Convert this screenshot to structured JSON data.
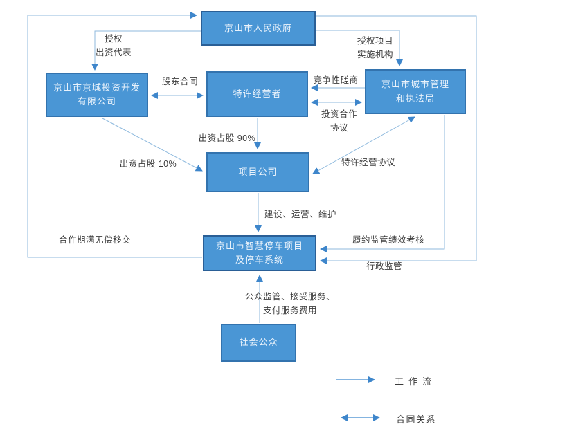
{
  "diagram_title": "PPP structure diagram - Jingshan smart parking project",
  "colors": {
    "node_fill": "#4a96d5",
    "node_border": "#3373ae",
    "node_text": "#e9f2fb",
    "connector_line": "#8fbade",
    "arrowhead": "#3e86cb",
    "legend_arrow": "#5b9bd5",
    "label_text": "#3c3c3c",
    "background": "#ffffff"
  },
  "nodes": {
    "government": {
      "label": "京山市人民政府"
    },
    "investment_company": {
      "label": "京山市京城投资开发\n有限公司"
    },
    "concessionaire": {
      "label": "特许经营者"
    },
    "urban_bureau": {
      "label": "京山市城市管理\n和执法局"
    },
    "project_company": {
      "label": "项目公司"
    },
    "parking_system": {
      "label": "京山市智慧停车项目\n及停车系统"
    },
    "public": {
      "label": "社会公众"
    }
  },
  "edge_labels": {
    "authorize_representative": "授权\n出资代表",
    "authorize_agency": "授权项目\n实施机构",
    "shareholder_contract": "股东合同",
    "competitive_negotiation": "竞争性磋商",
    "investment_cooperation_agreement": "投资合作\n协议",
    "equity_90": "出资占股 90%",
    "equity_10": "出资占股 10%",
    "franchise_agreement": "特许经营协议",
    "build_operate_maintain": "建设、运营、维护",
    "transfer_on_expiry": "合作期满无偿移交",
    "performance_supervision": "履约监管绩效考核",
    "administrative_supervision": "行政监管",
    "public_supervision": "公众监管、接受服务、\n支付服务费用"
  },
  "legend": {
    "workflow": "工作流",
    "contract_relation": "合同关系"
  }
}
